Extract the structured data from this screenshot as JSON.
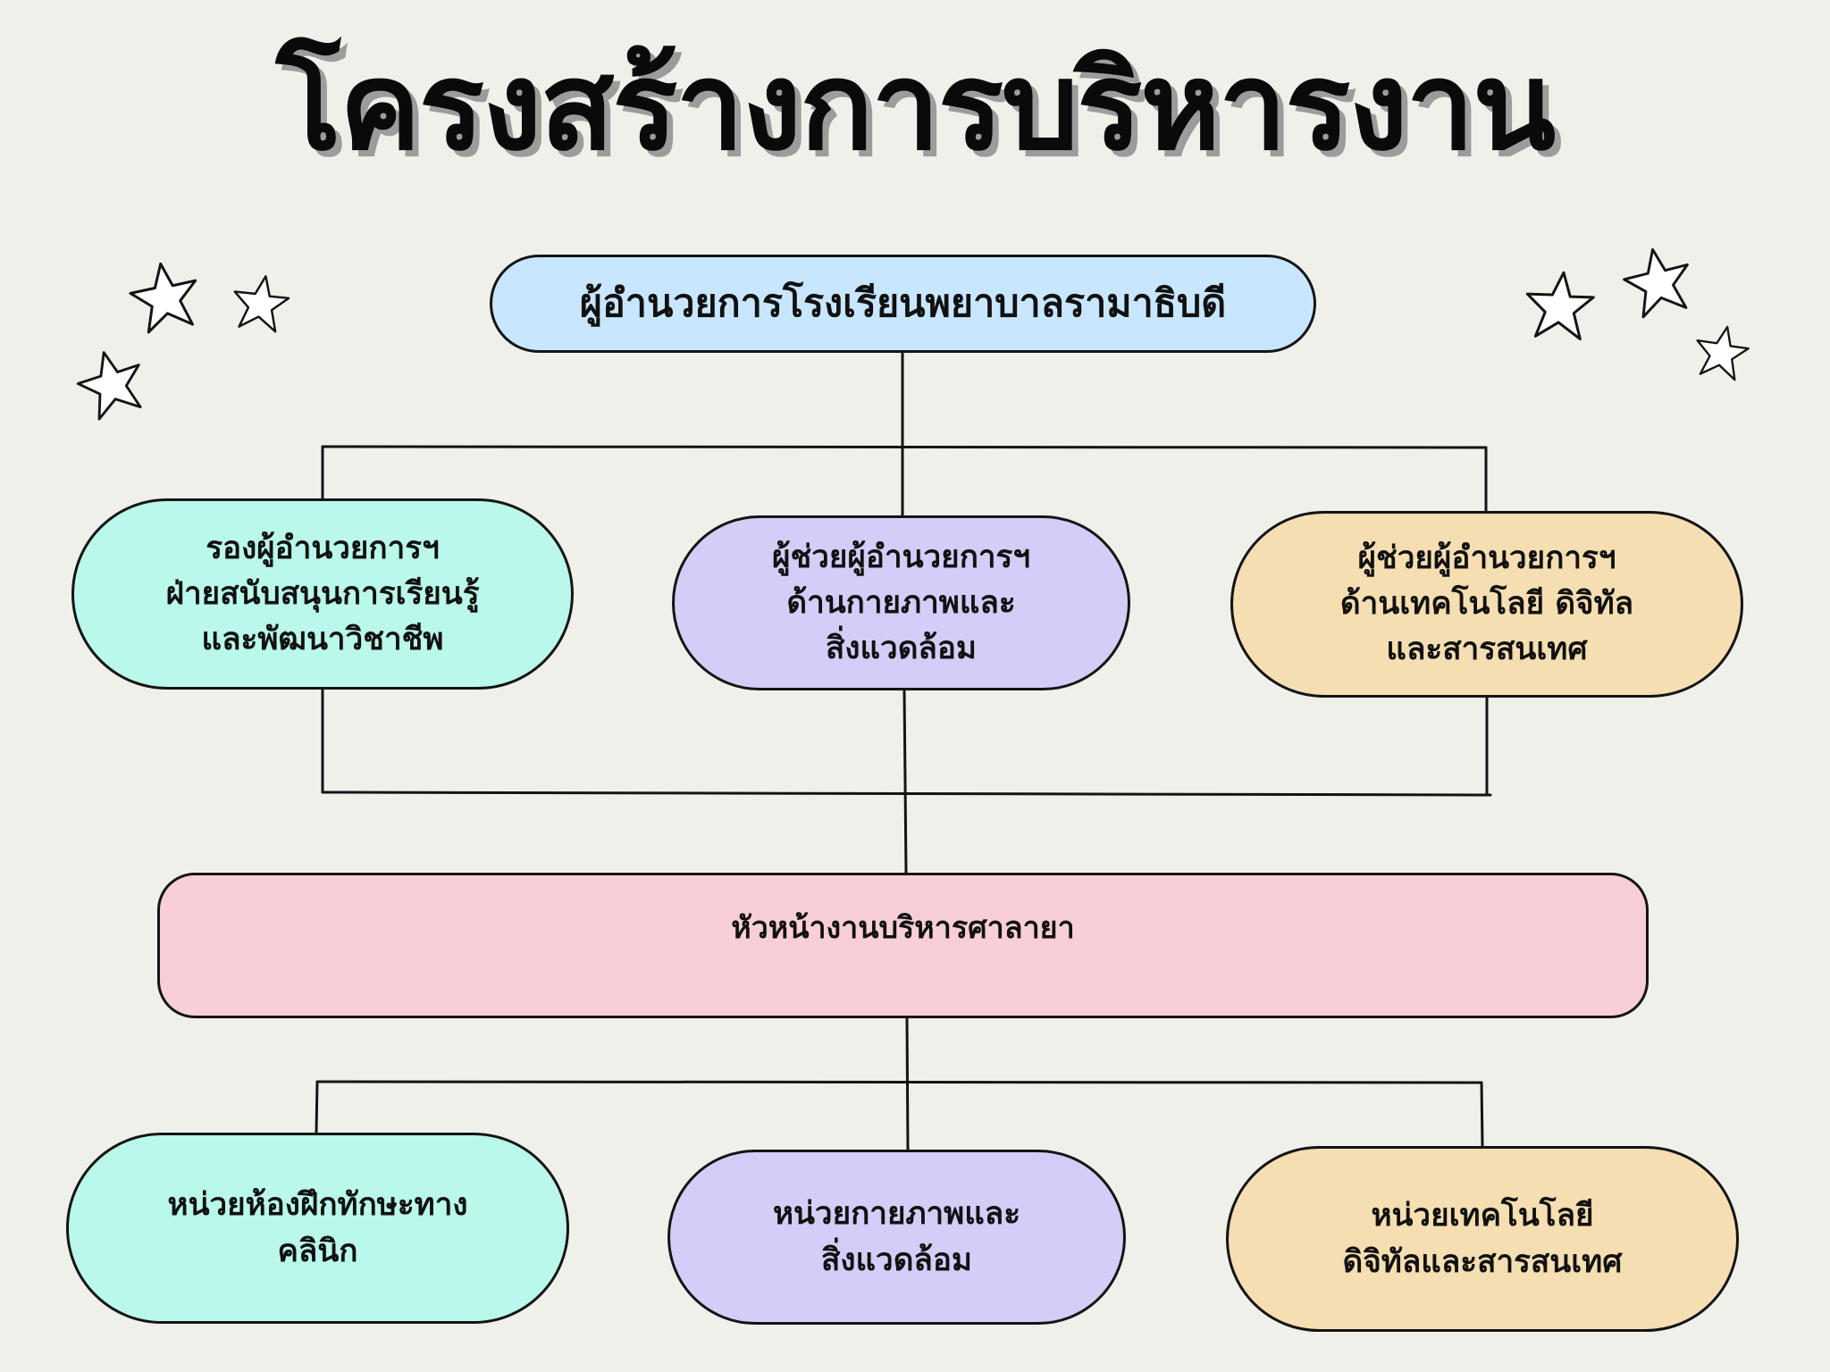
{
  "title": "โครงสร้างการบริหารงาน",
  "colors": {
    "background": "#f0f0eb",
    "director": "#c8e7ff",
    "mint": "#b9f8eb",
    "lavender": "#d5ccf8",
    "peach": "#f5deb1",
    "pink": "#f8cfd6",
    "outline": "#141414",
    "title_shadow": "#9c9c9c"
  },
  "nodes": {
    "director": "ผู้อำนวยการโรงเรียนพยาบาลรามาธิบดี",
    "deputy": "รองผู้อำนวยการฯ\nฝ่ายสนับสนุนการเรียนรู้\nและพัฒนาวิชาชีพ",
    "assistant_physical": "ผู้ช่วยผู้อำนวยการฯ\nด้านกายภาพและ\nสิ่งแวดล้อม",
    "assistant_tech": "ผู้ช่วยผู้อำนวยการฯ\nด้านเทคโนโลยี ดิจิทัล\nและสารสนเทศ",
    "head": "หัวหน้างานบริหารศาลายา",
    "unit_clinic": "หน่วยห้องฝึกทักษะทาง\nคลินิก",
    "unit_physical": "หน่วยกายภาพและ\nสิ่งแวดล้อม",
    "unit_tech": "หน่วยเทคโนโลยี\nดิจิทัลและสารสนเทศ"
  },
  "decorations": {
    "icon": "star-outline-icon",
    "count": 6
  }
}
